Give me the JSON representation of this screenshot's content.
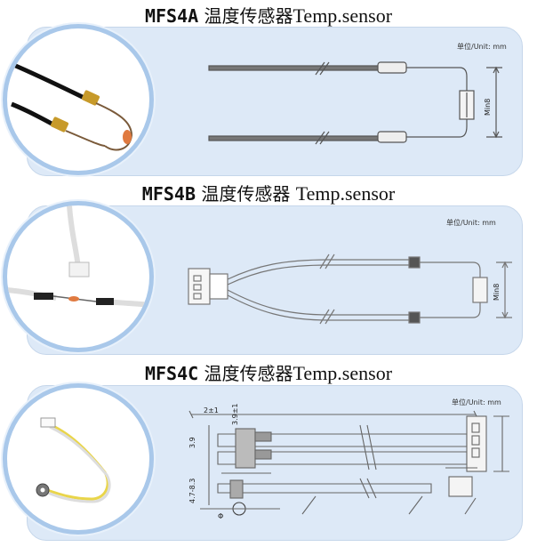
{
  "sections": [
    {
      "model": "MFS4A",
      "chinese": "温度传感器",
      "english": "Temp.sensor",
      "unit": "单位/Unit: mm",
      "dimension": "Min8"
    },
    {
      "model": "MFS4B",
      "chinese": "温度传感器",
      "english": "Temp.sensor",
      "unit": "单位/Unit: mm",
      "dimension": "Min8"
    },
    {
      "model": "MFS4C",
      "chinese": "温度传感器",
      "english": "Temp.sensor",
      "unit": "单位/Unit: mm",
      "dims": {
        "a": "2±1",
        "b": "3.9±1",
        "c": "3.9",
        "d": "4.7-8.3",
        "e": "Φ"
      }
    }
  ]
}
